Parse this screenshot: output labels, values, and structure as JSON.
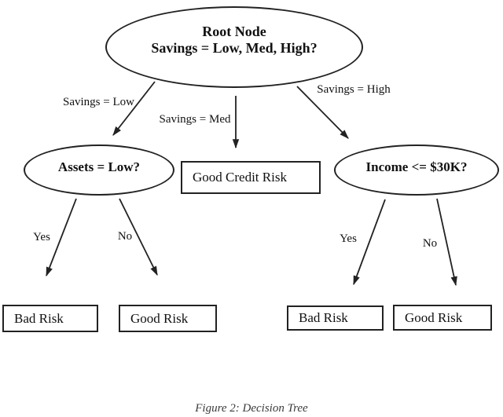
{
  "diagram": {
    "root": {
      "line1": "Root Node",
      "line2": "Savings = Low, Med, High?"
    },
    "branch_labels": {
      "low": "Savings = Low",
      "med": "Savings = Med",
      "high": "Savings = High"
    },
    "nodes": {
      "assets": "Assets = Low?",
      "good_credit": "Good Credit Risk",
      "income": "Income <= $30K?"
    },
    "edge_labels": {
      "assets_yes": "Yes",
      "assets_no": "No",
      "income_yes": "Yes",
      "income_no": "No"
    },
    "leaves": {
      "assets_bad": "Bad Risk",
      "assets_good": "Good Risk",
      "income_bad": "Bad Risk",
      "income_good": "Good Risk"
    },
    "caption": "Figure 2: Decision Tree"
  },
  "colors": {
    "line": "#222222",
    "text": "#111111",
    "caption": "#3a3a3a",
    "background": "#ffffff"
  }
}
